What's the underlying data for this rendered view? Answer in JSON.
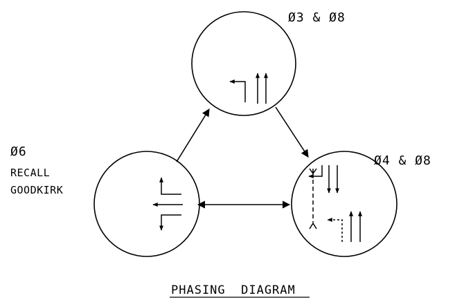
{
  "title": "PHASING  DIAGRAM",
  "phases": {
    "top": {
      "label": "Ø3 & Ø8"
    },
    "right": {
      "label": "Ø4 & Ø8"
    },
    "left": {
      "label": "Ø6",
      "note_line1": "RECALL",
      "note_line2": "GOODKIRK"
    }
  },
  "transitions": [
    {
      "from": "left",
      "to": "top",
      "direction": "one-way"
    },
    {
      "from": "top",
      "to": "right",
      "direction": "one-way"
    },
    {
      "from": "left",
      "to": "right",
      "direction": "two-way"
    }
  ],
  "colors": {
    "line": "#000000",
    "background": "#ffffff"
  }
}
